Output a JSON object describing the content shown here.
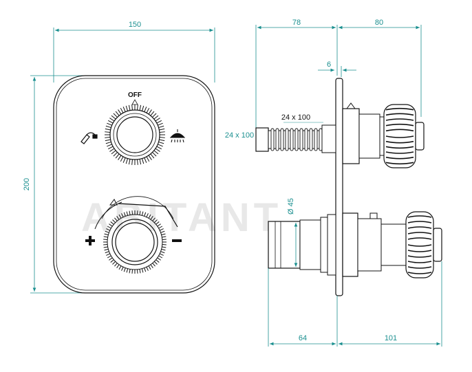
{
  "colors": {
    "dimension": "#1a8f8f",
    "outline": "#111111",
    "watermark": "#e8e8e8"
  },
  "watermark": "ABITANT",
  "front_view": {
    "width_label": "150",
    "height_label": "200",
    "off_label": "OFF",
    "plus_symbol": "+",
    "minus_symbol": "−",
    "icons": [
      "hand-shower-icon",
      "shower-head-icon"
    ]
  },
  "side_view": {
    "top_left_dim": "78",
    "top_right_dim": "80",
    "plate_dim": "6",
    "pipe_dim": "24 x 100",
    "inlet_dim": "24 x 100",
    "diameter_dim": "Ø 45",
    "bottom_left_dim": "64",
    "bottom_right_dim": "101"
  }
}
